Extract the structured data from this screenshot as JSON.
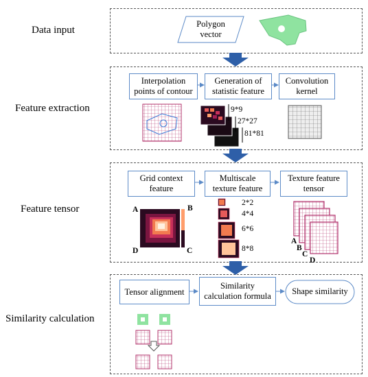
{
  "stages": {
    "data_input": "Data input",
    "feature_extraction": "Feature extraction",
    "feature_tensor": "Feature tensor",
    "similarity_calculation": "Similarity calculation"
  },
  "data_input": {
    "polygon_box": "Polygon\nvector"
  },
  "feature_extraction": {
    "box1": "Interpolation\npoints of contour",
    "box2": "Generation of\nstatistic feature",
    "box3": "Convolution\nkernel",
    "scales": [
      "9*9",
      "27*27",
      "81*81"
    ]
  },
  "feature_tensor": {
    "box1": "Grid context\nfeature",
    "box2": "Multiscale\ntexture feature",
    "box3": "Texture feature\ntensor",
    "corners": [
      "A",
      "B",
      "C",
      "D"
    ],
    "scales": [
      "2*2",
      "4*4",
      "6*6",
      "8*8"
    ],
    "tensor_labels": [
      "A",
      "B",
      "C",
      "D"
    ]
  },
  "similarity": {
    "box1": "Tensor alignment",
    "box2": "Similarity\ncalculation formula",
    "box3": "Shape similarity"
  },
  "colors": {
    "arrow": "#2e5fa8",
    "box_border": "#5b8ac7",
    "polygon": "#8fe3a0",
    "grid": "#b0306a"
  }
}
